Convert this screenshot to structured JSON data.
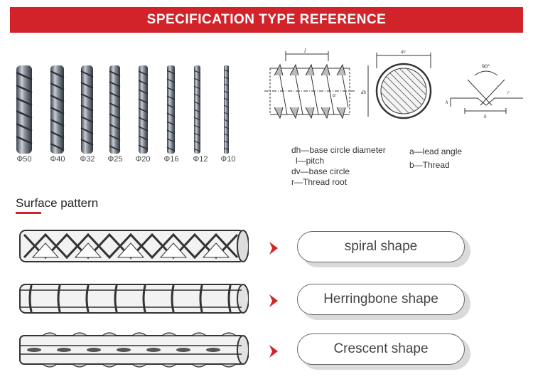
{
  "banner": {
    "title": "SPECIFICATION TYPE REFERENCE"
  },
  "bars": {
    "labels": [
      "Φ50",
      "Φ40",
      "Φ32",
      "Φ25",
      "Φ20",
      "Φ16",
      "Φ12",
      "Φ10"
    ]
  },
  "diagram": {
    "label_l": "l",
    "label_dv": "dv",
    "label_dh": "dh",
    "label_a": "a",
    "label_angle": "90°",
    "label_r": "r",
    "label_b": "b",
    "label_h": "h"
  },
  "legend": {
    "left": [
      "dh—base circle diameter",
      "l—pitch",
      "dv—base circle",
      "r—Thread root"
    ],
    "right": [
      "a—lead angle",
      "b—Thread"
    ]
  },
  "surface": {
    "title": "Surface pattern",
    "items": [
      {
        "label": "spiral shape"
      },
      {
        "label": "Herringbone shape"
      },
      {
        "label": "Crescent shape"
      }
    ]
  },
  "colors": {
    "accent": "#d2232a"
  }
}
